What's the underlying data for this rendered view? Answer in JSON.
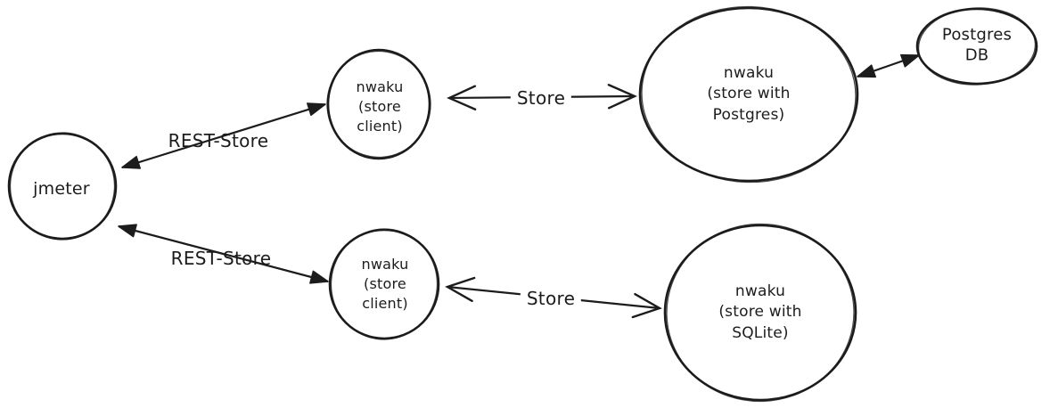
{
  "colors": {
    "stroke": "#1c1c1c",
    "background": "#ffffff"
  },
  "nodes": {
    "jmeter": {
      "label": "jmeter"
    },
    "nwaku_store_client_top": {
      "label": "nwaku\n(store\nclient)"
    },
    "nwaku_store_postgres": {
      "label": "nwaku\n(store with\nPostgres)"
    },
    "postgres_db": {
      "label": "Postgres\nDB"
    },
    "nwaku_store_client_bottom": {
      "label": "nwaku\n(store\nclient)"
    },
    "nwaku_store_sqlite": {
      "label": "nwaku\n(store with\nSQLite)"
    }
  },
  "edges": {
    "rest_store_top": {
      "label": "REST-Store",
      "from": "jmeter",
      "to": "nwaku_store_client_top",
      "arrowheads": "filled-both-ends"
    },
    "rest_store_bottom": {
      "label": "REST-Store",
      "from": "jmeter",
      "to": "nwaku_store_client_bottom",
      "arrowheads": "filled-both-ends"
    },
    "store_top": {
      "label": "Store",
      "from": "nwaku_store_client_top",
      "to": "nwaku_store_postgres",
      "arrowheads": "open-both-ends"
    },
    "store_bottom": {
      "label": "Store",
      "from": "nwaku_store_client_bottom",
      "to": "nwaku_store_sqlite",
      "arrowheads": "open-both-ends"
    },
    "postgres_link": {
      "from": "nwaku_store_postgres",
      "to": "postgres_db",
      "arrowheads": "filled-both-ends"
    }
  }
}
